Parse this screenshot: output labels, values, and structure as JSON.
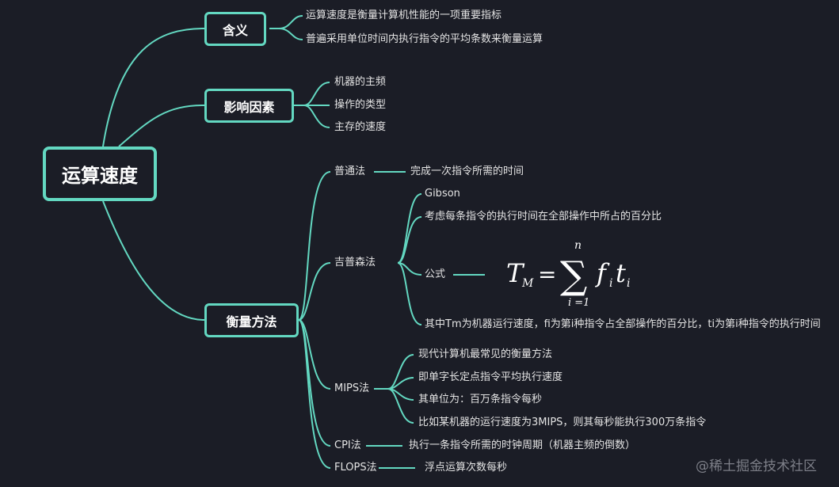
{
  "root": "运算速度",
  "meaning": {
    "title": "含义",
    "items": [
      "运算速度是衡量计算机性能的一项重要指标",
      "普遍采用单位时间内执行指令的平均条数来衡量运算"
    ]
  },
  "factors": {
    "title": "影响因素",
    "items": [
      "机器的主频",
      "操作的类型",
      "主存的速度"
    ]
  },
  "methods": {
    "title": "衡量方法",
    "normal": {
      "label": "普通法",
      "desc": "完成一次指令所需的时间"
    },
    "gibson": {
      "label": "吉普森法",
      "items": [
        "Gibson",
        "考虑每条指令的执行时间在全部操作中所占的百分比",
        "公式",
        "其中Tm为机器运行速度，fi为第i种指令占全部操作的百分比，ti为第i种指令的执行时间"
      ],
      "formula": {
        "lhs": "T",
        "lhs_sub": "M",
        "eq": "=",
        "sigma": "∑",
        "upper": "n",
        "lower": "i =1",
        "f": "f",
        "f_sub": "i",
        "t": "t",
        "t_sub": "i"
      }
    },
    "mips": {
      "label": "MIPS法",
      "items": [
        "现代计算机最常见的衡量方法",
        "即单字长定点指令平均执行速度",
        "其单位为：百万条指令每秒",
        "比如某机器的运行速度为3MIPS，则其每秒能执行300万条指令"
      ]
    },
    "cpi": {
      "label": "CPI法",
      "desc": "执行一条指令所需的时钟周期（机器主频的倒数）"
    },
    "flops": {
      "label": "FLOPS法",
      "desc": "浮点运算次数每秒"
    }
  },
  "watermark": "@稀土掘金技术社区"
}
